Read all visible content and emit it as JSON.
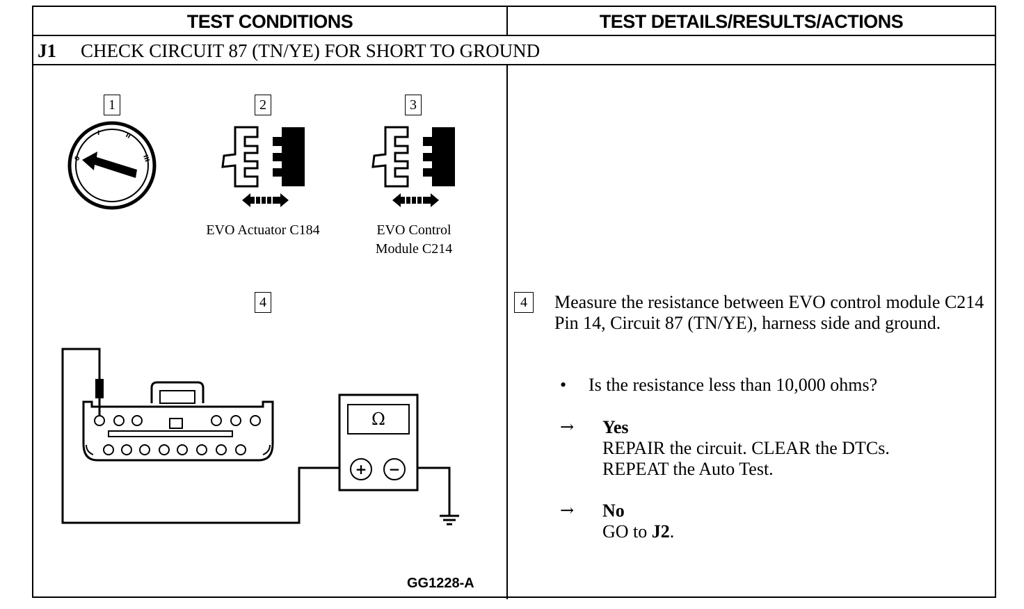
{
  "headers": {
    "left": "TEST CONDITIONS",
    "right": "TEST DETAILS/RESULTS/ACTIONS"
  },
  "step": {
    "id": "J1",
    "title": "CHECK CIRCUIT 87 (TN/YE) FOR SHORT TO GROUND"
  },
  "figure": {
    "steps": [
      "1",
      "2",
      "3",
      "4"
    ],
    "ignition_labels": [
      "0",
      "I",
      "II",
      "III"
    ],
    "connector_c184_label": "EVO Actuator C184",
    "connector_c214_label_line1": "EVO Control",
    "connector_c214_label_line2": "Module C214",
    "meter_symbol": "Ω",
    "meter_plus": "+",
    "meter_minus": "−",
    "figure_id": "GG1228-A"
  },
  "details": {
    "step_number": "4",
    "instruction": "Measure the resistance between EVO control module C214 Pin 14, Circuit 87 (TN/YE), harness side and ground.",
    "bullet": "•",
    "question": "Is the resistance less than 10,000 ohms?",
    "arrow": "→",
    "yes": {
      "label": "Yes",
      "line1": "REPAIR the circuit. CLEAR the DTCs.",
      "line2": "REPEAT the Auto Test."
    },
    "no": {
      "label": "No",
      "line1_prefix": "GO to ",
      "line1_target": "J2",
      "line1_suffix": "."
    }
  }
}
